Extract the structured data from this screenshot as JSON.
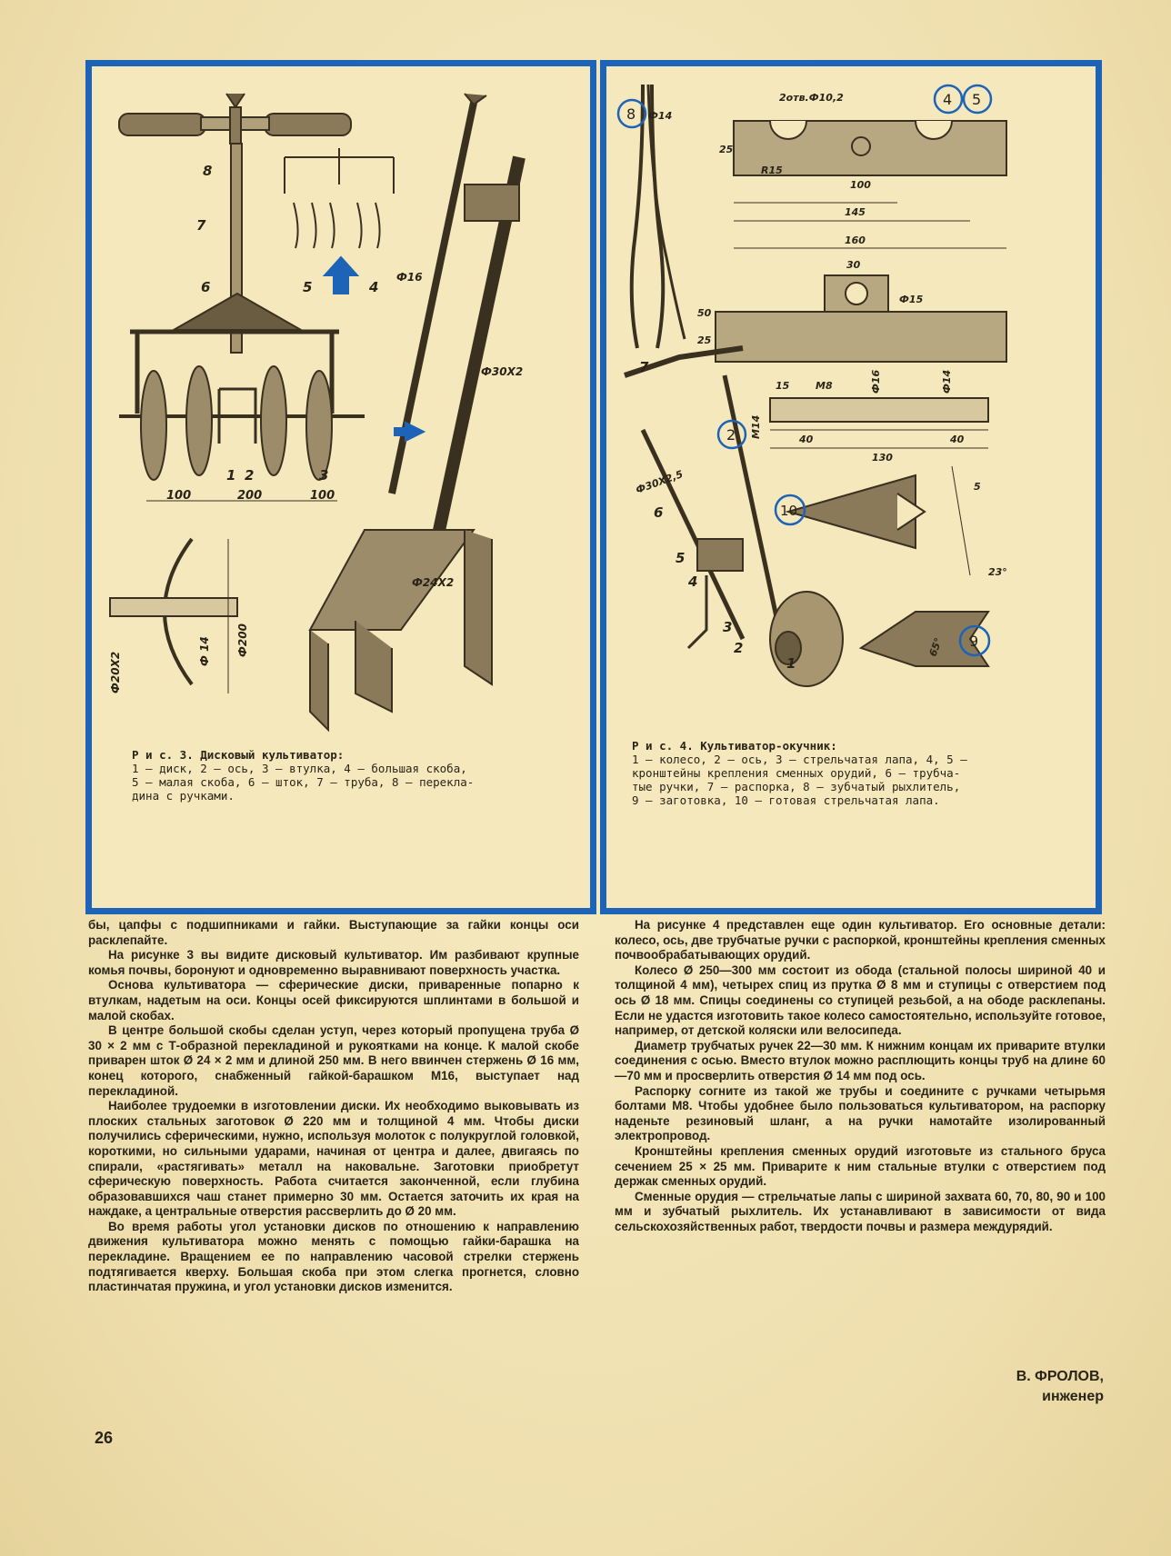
{
  "fig3": {
    "caption_title": "Р и с.  3.  Дисковый культиватор:",
    "caption_lines": [
      "1 — диск, 2 — ось, 3 — втулка, 4 — большая скоба,",
      "5 — малая скоба, 6 — шток, 7 — труба, 8 — перекла-",
      "дина с ручками."
    ],
    "labels": {
      "n8": "8",
      "n7": "7",
      "n6": "6",
      "n5": "5",
      "n4": "4",
      "n1": "1",
      "n2": "2",
      "n3": "3",
      "d100a": "100",
      "d200": "200",
      "d100b": "100",
      "phi16": "Ф16",
      "phi30x2": "Ф30Х2",
      "phi24x2": "Ф24Х2",
      "phi200": "Ф200",
      "phi14": "Ф 14",
      "phi20x2": "Ф20Х2"
    }
  },
  "fig4": {
    "caption_title": "Р и с.  4.  Культиватор-окучник:",
    "caption_lines": [
      "1 — колесо, 2 — ось, 3 — стрельчатая лапа, 4, 5 —",
      "кронштейны крепления сменных орудий, 6 — трубча-",
      "тые ручки, 7 — распорка, 8 — зубчатый рыхлитель,",
      "9 — заготовка, 10 — готовая стрельчатая лапа."
    ],
    "labels": {
      "c8": "8",
      "c4": "4",
      "c5": "5",
      "c2": "2",
      "c10": "10",
      "c9": "9",
      "phi14a": "Ф14",
      "holes": "2отв.Ф10,2",
      "d25a": "25",
      "r15": "R15",
      "d100": "100",
      "d145": "145",
      "d160": "160",
      "d30": "30",
      "phi15": "Ф15",
      "d50": "50",
      "d25b": "25",
      "d15": "15",
      "m8": "M8",
      "phi16": "Ф16",
      "phi14b": "Ф14",
      "m14": "M14",
      "d40a": "40",
      "d130": "130",
      "d40b": "40",
      "d5": "5",
      "a23": "23°",
      "a65": "65°",
      "phi30x25": "Ф30Х2,5",
      "n7": "7",
      "n6": "6",
      "n5": "5",
      "n4": "4",
      "n3": "3",
      "n2": "2",
      "n1": "1"
    }
  },
  "text_left": [
    "бы, цапфы с подшипниками и гайки. Выступающие за гайки концы оси расклепайте.",
    "На рисунке 3 вы видите дисковый культиватор. Им разбивают крупные комья почвы, боронуют и одновременно выравнивают поверхность участка.",
    "Основа культиватора — сферические диски, приваренные попарно к втулкам, надетым на оси. Концы осей фиксируются шплинтами в большой и малой скобах.",
    "В центре большой скобы сделан уступ, через который пропущена труба Ø 30 × 2 мм с Т-образной перекладиной и рукоятками на конце. К малой скобе приварен шток Ø 24 × 2 мм и длиной 250 мм. В него ввинчен стержень Ø 16 мм, конец которого, снабженный гайкой-барашком М16, выступает над перекладиной.",
    "Наиболее трудоемки в изготовлении диски. Их необходимо выковывать из плоских стальных заготовок Ø 220 мм и толщиной 4 мм. Чтобы диски получились сферическими, нужно, используя молоток с полукруглой головкой, короткими, но сильными ударами, начиная от центра и далее, двигаясь по спирали, «растягивать» металл на наковальне. Заготовки приобретут сферическую поверхность. Работа считается законченной, если глубина образовавшихся чаш станет примерно 30 мм. Остается заточить их края на наждаке, а центральные отверстия рассверлить до Ø 20 мм.",
    "Во время работы угол установки дисков по отношению к направлению движения культиватора можно менять с помощью гайки-барашка на перекладине. Вращением ее по направлению часовой стрелки стержень подтягивается кверху. Большая скоба при этом слегка прогнется, словно пластинчатая пружина, и угол установки дисков изменится."
  ],
  "text_right": [
    "На рисунке 4 представлен еще один культиватор. Его основные детали: колесо, ось, две трубчатые ручки с распоркой, кронштейны крепления сменных почвообрабатывающих орудий.",
    "Колесо Ø 250—300 мм состоит из обода (стальной полосы шириной 40 и толщиной 4 мм), четырех спиц из прутка Ø 8 мм и ступицы с отверстием под ось Ø 18 мм. Спицы соединены со ступицей резьбой, а на ободе расклепаны. Если не удастся изготовить такое колесо самостоятельно, используйте готовое, например, от детской коляски или велосипеда.",
    "Диаметр трубчатых ручек 22—30 мм. К нижним концам их приварите втулки соединения с осью. Вместо втулок можно расплющить концы труб на длине 60—70 мм и просверлить отверстия Ø 14 мм под ось.",
    "Распорку согните из такой же трубы и соедините с ручками четырьмя болтами М8. Чтобы удобнее было пользоваться культиватором, на распорку наденьте резиновый шланг, а на ручки намотайте изолированный электропровод.",
    "Кронштейны крепления сменных орудий изготовьте из стального бруса сечением 25 × 25 мм. Приварите к ним стальные втулки с отверстием под держак сменных орудий.",
    "Сменные орудия — стрельчатые лапы с шириной захвата 60, 70, 80, 90 и 100 мм и зубчатый рыхлитель. Их устанавливают в зависимости от вида сельскохозяйственных работ, твердости почвы и размера междурядий."
  ],
  "signature": {
    "name": "В. ФРОЛОВ,",
    "role": "инженер"
  },
  "page_number": "26",
  "colors": {
    "frame": "#1d64b8",
    "paper": "#f3e6b8",
    "ink": "#2a2418"
  }
}
